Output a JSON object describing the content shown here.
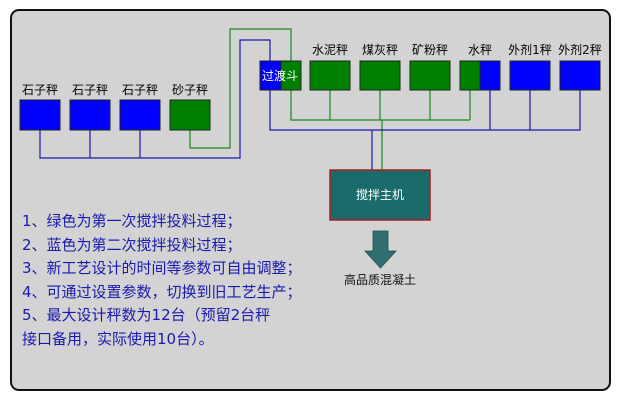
{
  "colors": {
    "background": "#d3d3d3",
    "first_mix_line": "#1c8a1c",
    "second_mix_line": "#1a1aa8",
    "blue_hopper": "#0000ff",
    "green_hopper": "#008000",
    "mixer_fill": "#1a6b6b",
    "mixer_border": "#b02020",
    "arrow": "#2f6f6f",
    "notes_text": "#1a1aaf"
  },
  "hoppers": {
    "stone_1": "石子秤",
    "stone_2": "石子秤",
    "stone_3": "石子秤",
    "sand": "砂子秤",
    "transfer": "过渡斗",
    "cement": "水泥秤",
    "flyash": "煤灰秤",
    "slag": "矿粉秤",
    "water": "水秤",
    "additive_1": "外剂1秤",
    "additive_2": "外剂2秤"
  },
  "mixer": {
    "label": "搅拌主机"
  },
  "output": {
    "label": "高品质混凝土"
  },
  "notes": [
    "1、绿色为第一次搅拌投料过程；",
    "2、蓝色为第二次搅拌投料过程；",
    "3、新工艺设计的时间等参数可自由调整；",
    "4、可通过设置参数，切换到旧工艺生产；",
    "5、最大设计秤数为12台（预留2台秤",
    "接口备用，实际使用10台）。"
  ]
}
